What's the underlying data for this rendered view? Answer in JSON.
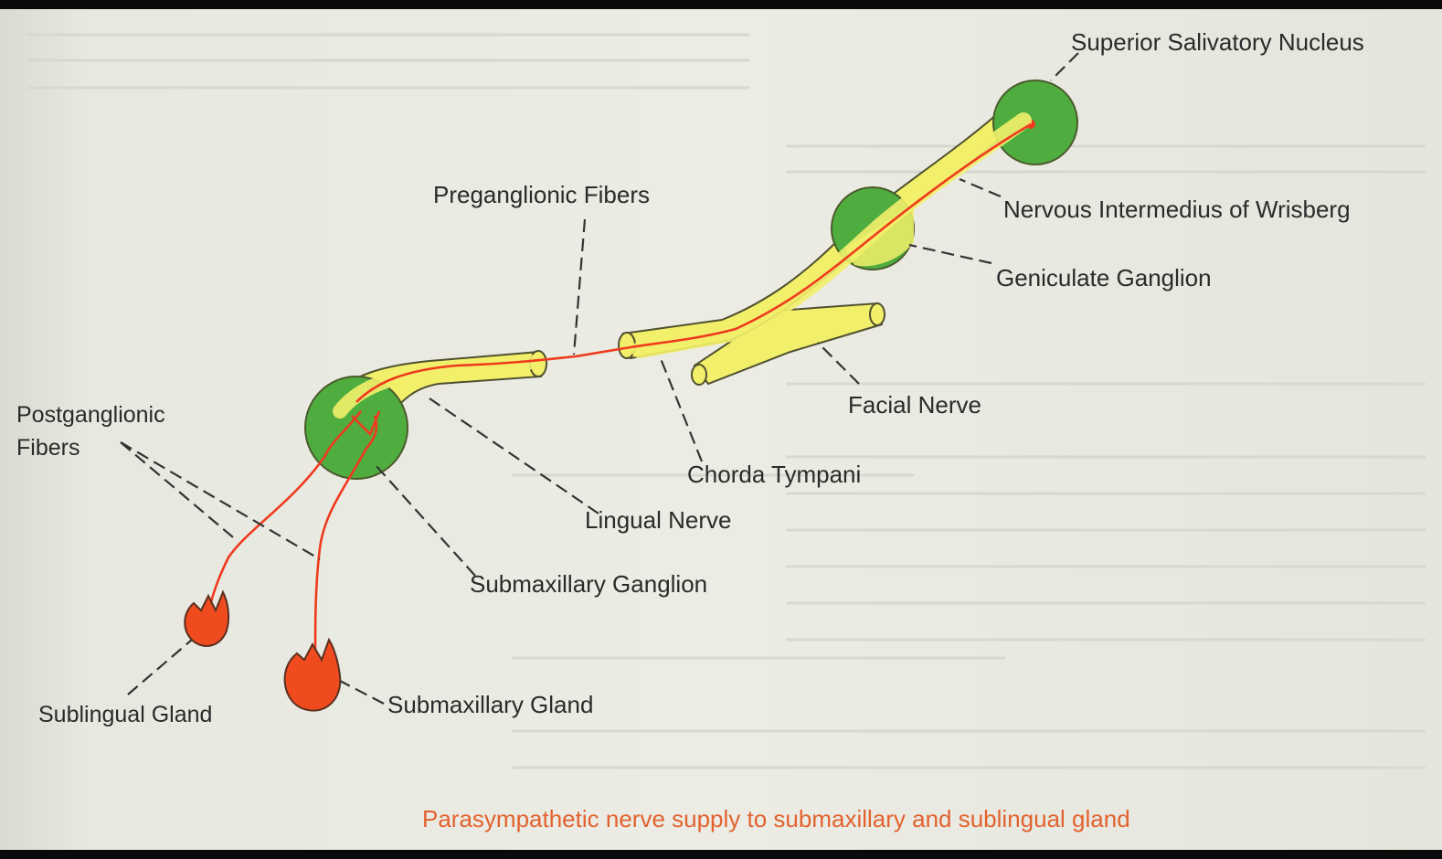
{
  "labels": {
    "superior_salivatory_nucleus": "Superior Salivatory Nucleus",
    "nervous_intermedius": "Nervous Intermedius of Wrisberg",
    "geniculate_ganglion": "Geniculate Ganglion",
    "facial_nerve": "Facial Nerve",
    "chorda_tympani": "Chorda Tympani",
    "preganglionic_fibers": "Preganglionic Fibers",
    "lingual_nerve": "Lingual Nerve",
    "submaxillary_ganglion": "Submaxillary Ganglion",
    "postganglionic_line1": "Postganglionic",
    "postganglionic_line2": "Fibers",
    "sublingual_gland": "Sublingual Gland",
    "submaxillary_gland": "Submaxillary Gland"
  },
  "caption": "Parasympathetic nerve supply to submaxillary and sublingual gland",
  "colors": {
    "nerve": "#f2f06a",
    "fiber": "#ef3a1e",
    "ganglion": "#4fad3f",
    "gland": "#f04b1f",
    "caption": "#e2622f"
  }
}
